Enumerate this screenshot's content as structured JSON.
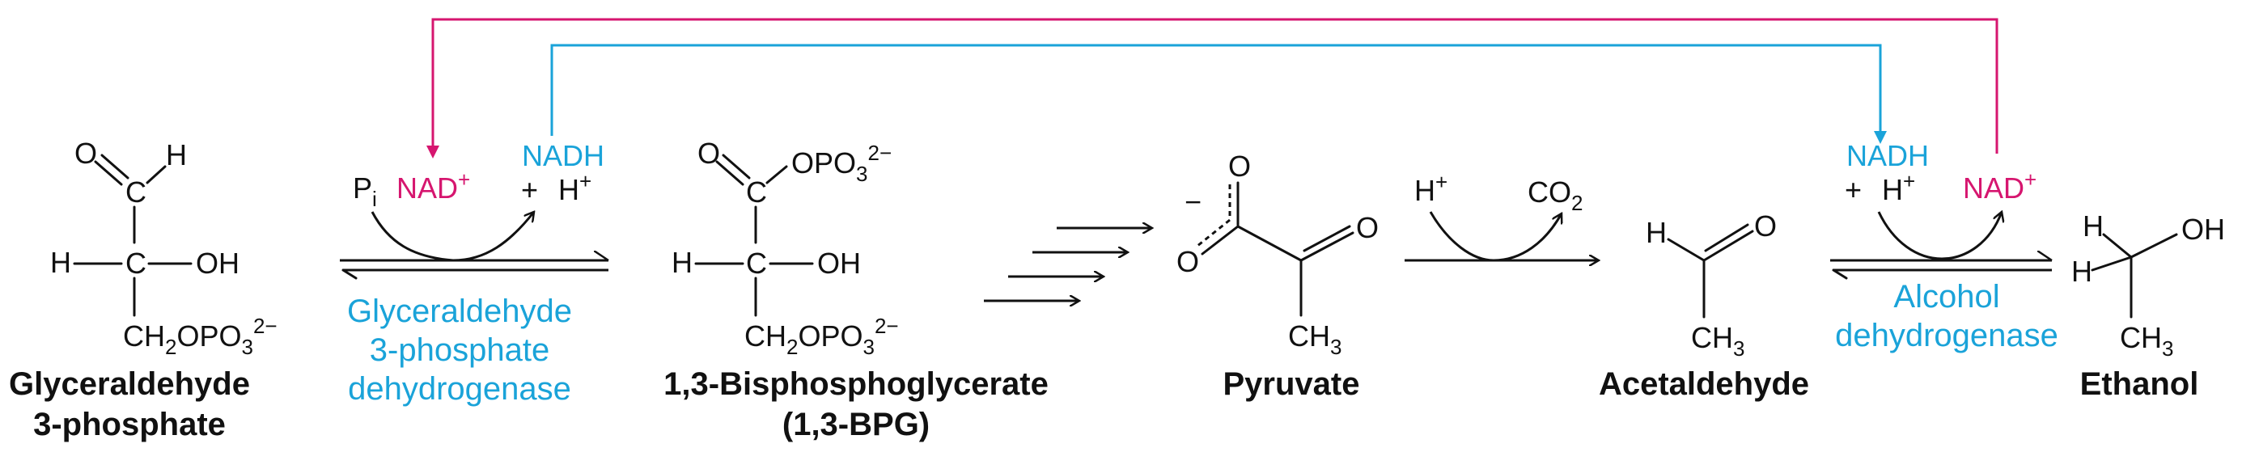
{
  "colors": {
    "enzyme": "#1aa3d9",
    "nad_plus": "#d6166f",
    "nadh": "#1aa3d9",
    "black": "#111111"
  },
  "step1": {
    "pi": "P",
    "pi_sub": "i",
    "nad_plus": "NAD",
    "nad_plus_sup": "+",
    "nadh": "NADH",
    "plus": "+",
    "h_plus": "H",
    "h_plus_sup": "+",
    "enzyme_line1": "Glyceraldehyde",
    "enzyme_line2": "3-phosphate",
    "enzyme_line3": "dehydrogenase"
  },
  "step3": {
    "h_plus": "H",
    "h_plus_sup": "+",
    "co2": "CO",
    "co2_sub": "2"
  },
  "step4": {
    "nadh": "NADH",
    "plus": "+",
    "h_plus": "H",
    "h_plus_sup": "+",
    "nad_plus": "NAD",
    "nad_plus_sup": "+",
    "enzyme_line1": "Alcohol",
    "enzyme_line2": "dehydrogenase"
  },
  "molecules": {
    "g3p": {
      "name_line1": "Glyceraldehyde",
      "name_line2": "3-phosphate",
      "o": "O",
      "h_top": "H",
      "c1": "C",
      "h_left": "H",
      "c2": "C",
      "oh": "OH",
      "ch2opo3": "CH",
      "ch2opo3_sub": "2",
      "ch2opo3_mid": "OPO",
      "ch2opo3_sub2": "3",
      "ch2opo3_sup": "2−"
    },
    "bpg": {
      "name_line1": "1,3-Bisphosphoglycerate",
      "name_line2": "(1,3-BPG)",
      "o": "O",
      "c1": "C",
      "opo3": "OPO",
      "opo3_sub": "3",
      "opo3_sup": "2−",
      "h_left": "H",
      "c2": "C",
      "oh": "OH",
      "ch2opo3": "CH",
      "ch2opo3_sub": "2",
      "ch2opo3_mid": "OPO",
      "ch2opo3_sub2": "3",
      "ch2opo3_sup": "2−"
    },
    "pyruvate": {
      "name": "Pyruvate",
      "o_top": "O",
      "minus": "−",
      "o_left": "O",
      "o_right": "O",
      "ch3": "CH",
      "ch3_sub": "3"
    },
    "acetaldehyde": {
      "name": "Acetaldehyde",
      "h": "H",
      "o": "O",
      "ch3": "CH",
      "ch3_sub": "3"
    },
    "ethanol": {
      "name": "Ethanol",
      "h_top": "H",
      "h_left": "H",
      "oh": "OH",
      "ch3": "CH",
      "ch3_sub": "3"
    }
  }
}
